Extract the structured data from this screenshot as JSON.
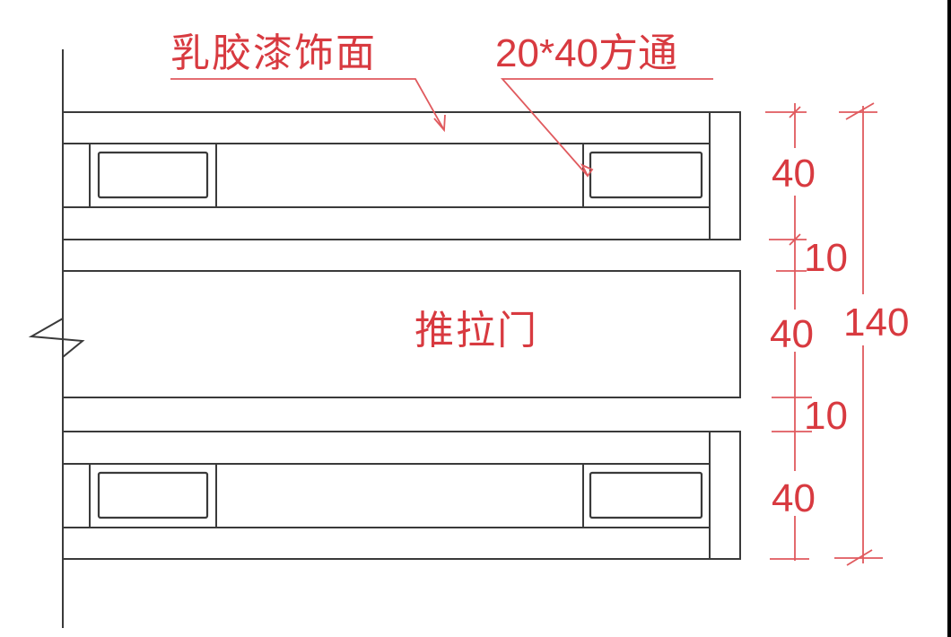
{
  "diagram": {
    "title": "推拉门 section detail",
    "colors": {
      "line": "#3a3a3a",
      "annotation": "#d83a40",
      "background": "#ffffff"
    },
    "annotations": {
      "finish_label": "乳胶漆饰面",
      "tube_label": "20*40方通",
      "door_label": "推拉门"
    },
    "dimensions": {
      "segments": [
        "40",
        "10",
        "40",
        "10",
        "40"
      ],
      "total": "140"
    },
    "components": [
      {
        "name": "top-frame",
        "description": "wall frame with two 20*40 square tubes"
      },
      {
        "name": "sliding-door",
        "description": "推拉门 panel"
      },
      {
        "name": "bottom-frame",
        "description": "wall frame with two 20*40 square tubes"
      }
    ],
    "symbols": {
      "break_line": "break-line-symbol"
    }
  }
}
